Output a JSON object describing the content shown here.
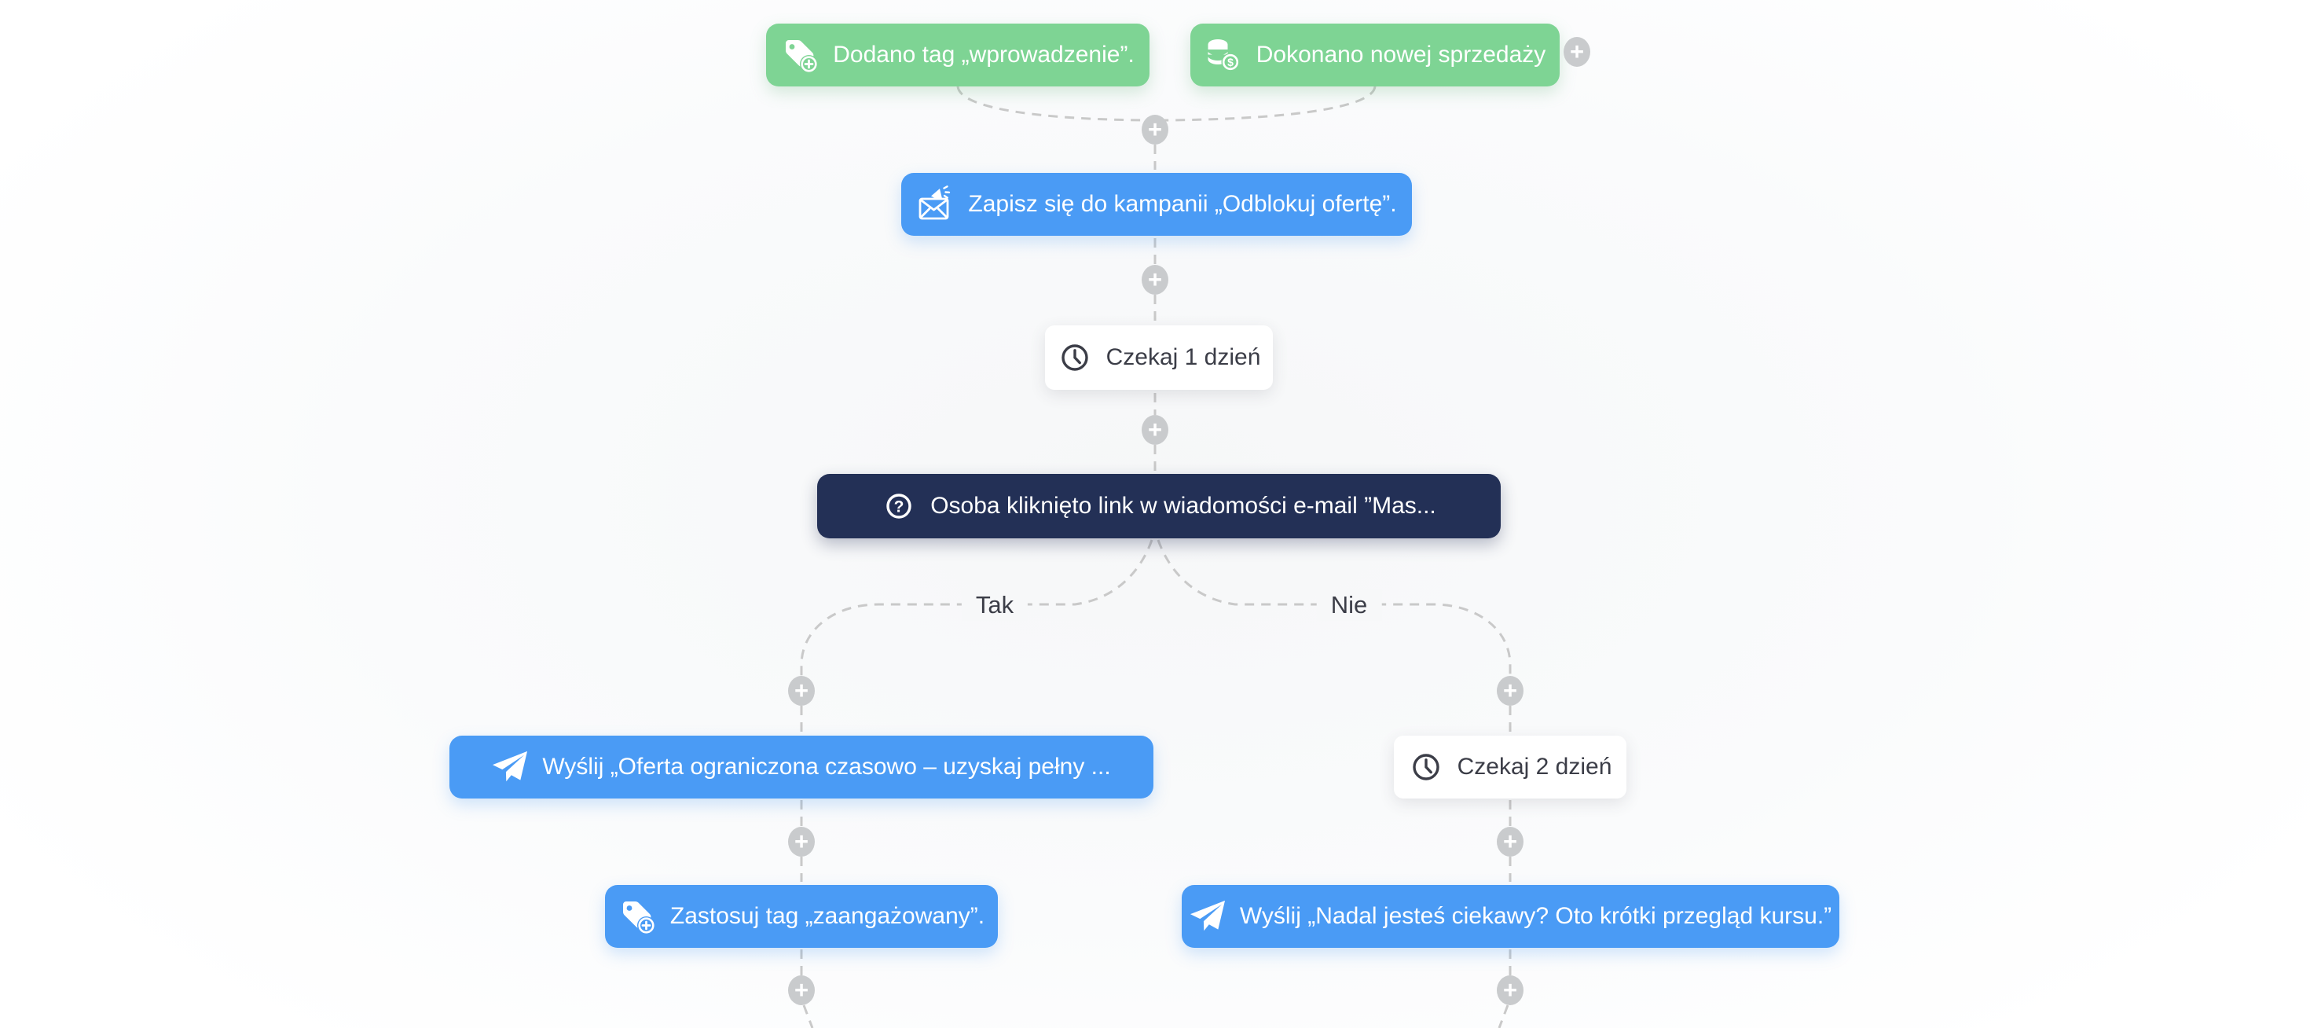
{
  "colors": {
    "trigger_green": "#7ed494",
    "action_blue": "#4a9bf5",
    "condition_navy": "#233056",
    "wait_card_white": "#ffffff",
    "connector_grey": "#c9c9c9",
    "plus_grey": "#c9cbcd",
    "dark_text": "#3b3d47"
  },
  "plus": {
    "glyph": "+"
  },
  "branches": {
    "yes": "Tak",
    "no": "Nie"
  },
  "nodes": {
    "trigger_tag_added": {
      "label": "Dodano tag „wprowadzenie”.",
      "icon": "tag-plus-icon"
    },
    "trigger_new_sale": {
      "label": "Dokonano nowej sprzedaży",
      "icon": "coins-dollar-icon"
    },
    "subscribe_campaign": {
      "label": "Zapisz się do kampanii „Odblokuj ofertę”.",
      "icon": "campaign-envelope-icon"
    },
    "wait_1_day": {
      "label": "Czekaj 1 dzień",
      "icon": "clock-icon"
    },
    "condition_link_clicked": {
      "label": "Osoba kliknięto link w wiadomości e-mail ”Mas...",
      "icon": "question-icon"
    },
    "send_offer_email": {
      "label": "Wyślij „Oferta ograniczona czasowo – uzyskaj pełny ...",
      "icon": "paper-plane-icon"
    },
    "wait_2_days": {
      "label": "Czekaj 2 dzień",
      "icon": "clock-icon"
    },
    "apply_tag_engaged": {
      "label": "Zastosuj tag „zaangażowany”.",
      "icon": "tag-plus-icon"
    },
    "send_reminder_email": {
      "label": "Wyślij „Nadal jesteś ciekawy? Oto krótki przegląd kursu.”",
      "icon": "paper-plane-icon"
    }
  }
}
